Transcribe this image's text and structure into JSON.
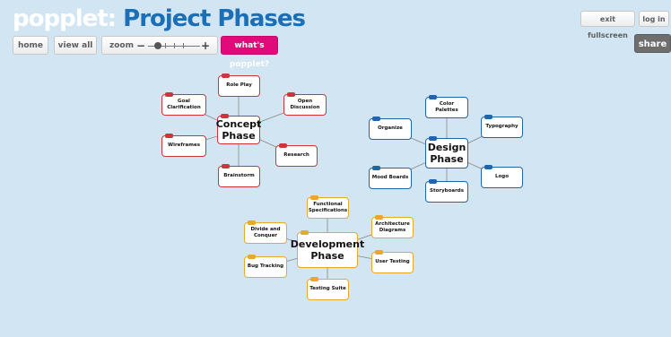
{
  "header": {
    "brand": "popplet",
    "separator": ":",
    "title": "Project Phases"
  },
  "toolbar": {
    "home": "home",
    "view_all": "view all",
    "zoom_label": "zoom",
    "zoom_minus": "−",
    "zoom_plus": "+",
    "whats_popplet": "what's popplet?",
    "exit_fullscreen": "exit fullscreen",
    "log_in": "log in",
    "share": "share"
  },
  "colors": {
    "background": "#d1e5f3",
    "concept": "#d0343b",
    "design": "#1f65a8",
    "development": "#e9a82a",
    "accent": "#e20a7b"
  },
  "clusters": [
    {
      "id": "concept",
      "color_name": "red",
      "center": "Concept Phase",
      "nodes": [
        "Role Play",
        "Goal Clarification",
        "Open Discussion",
        "Wireframes",
        "Research",
        "Brainstorm"
      ]
    },
    {
      "id": "design",
      "color_name": "blue",
      "center": "Design Phase",
      "nodes": [
        "Color Palettes",
        "Organize",
        "Typography",
        "Mood Boards",
        "Logo",
        "Storyboards"
      ]
    },
    {
      "id": "development",
      "color_name": "yellow",
      "center": "Development Phase",
      "nodes": [
        "Functional Specifications",
        "Divide and Conquer",
        "Architecture Diagrams",
        "Bug Tracking",
        "User Testing",
        "Testing Suite"
      ]
    }
  ]
}
